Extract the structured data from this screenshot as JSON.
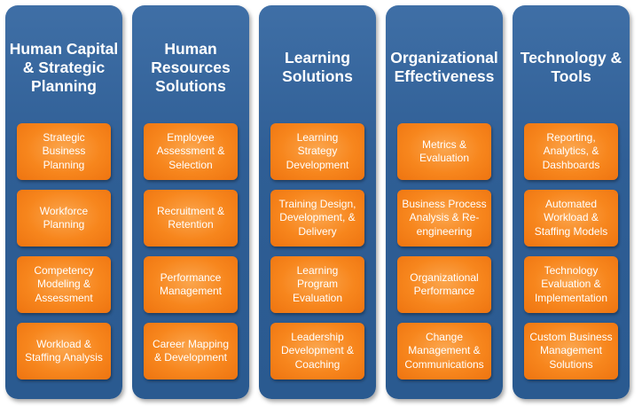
{
  "columns": [
    {
      "title": "Human Capital\n& Strategic\nPlanning",
      "items": [
        "Strategic\nBusiness\nPlanning",
        "Workforce\nPlanning",
        "Competency\nModeling &\nAssessment",
        "Workload &\nStaffing Analysis"
      ]
    },
    {
      "title": "Human\nResources\nSolutions",
      "items": [
        "Employee\nAssessment &\nSelection",
        "Recruitment &\nRetention",
        "Performance\nManagement",
        "Career Mapping\n& Development"
      ]
    },
    {
      "title": "Learning\nSolutions",
      "items": [
        "Learning\nStrategy\nDevelopment",
        "Training Design,\nDevelopment, &\nDelivery",
        "Learning\nProgram\nEvaluation",
        "Leadership\nDevelopment &\nCoaching"
      ]
    },
    {
      "title": "Organizational\nEffectiveness",
      "items": [
        "Metrics &\nEvaluation",
        "Business Process\nAnalysis & Re-\nengineering",
        "Organizational\nPerformance",
        "Change\nManagement &\nCommunications"
      ]
    },
    {
      "title": "Technology &\nTools",
      "items": [
        "Reporting,\nAnalytics, &\nDashboards",
        "Automated\nWorkload &\nStaffing Models",
        "Technology\nEvaluation &\nImplementation",
        "Custom Business\nManagement\nSolutions"
      ]
    }
  ]
}
